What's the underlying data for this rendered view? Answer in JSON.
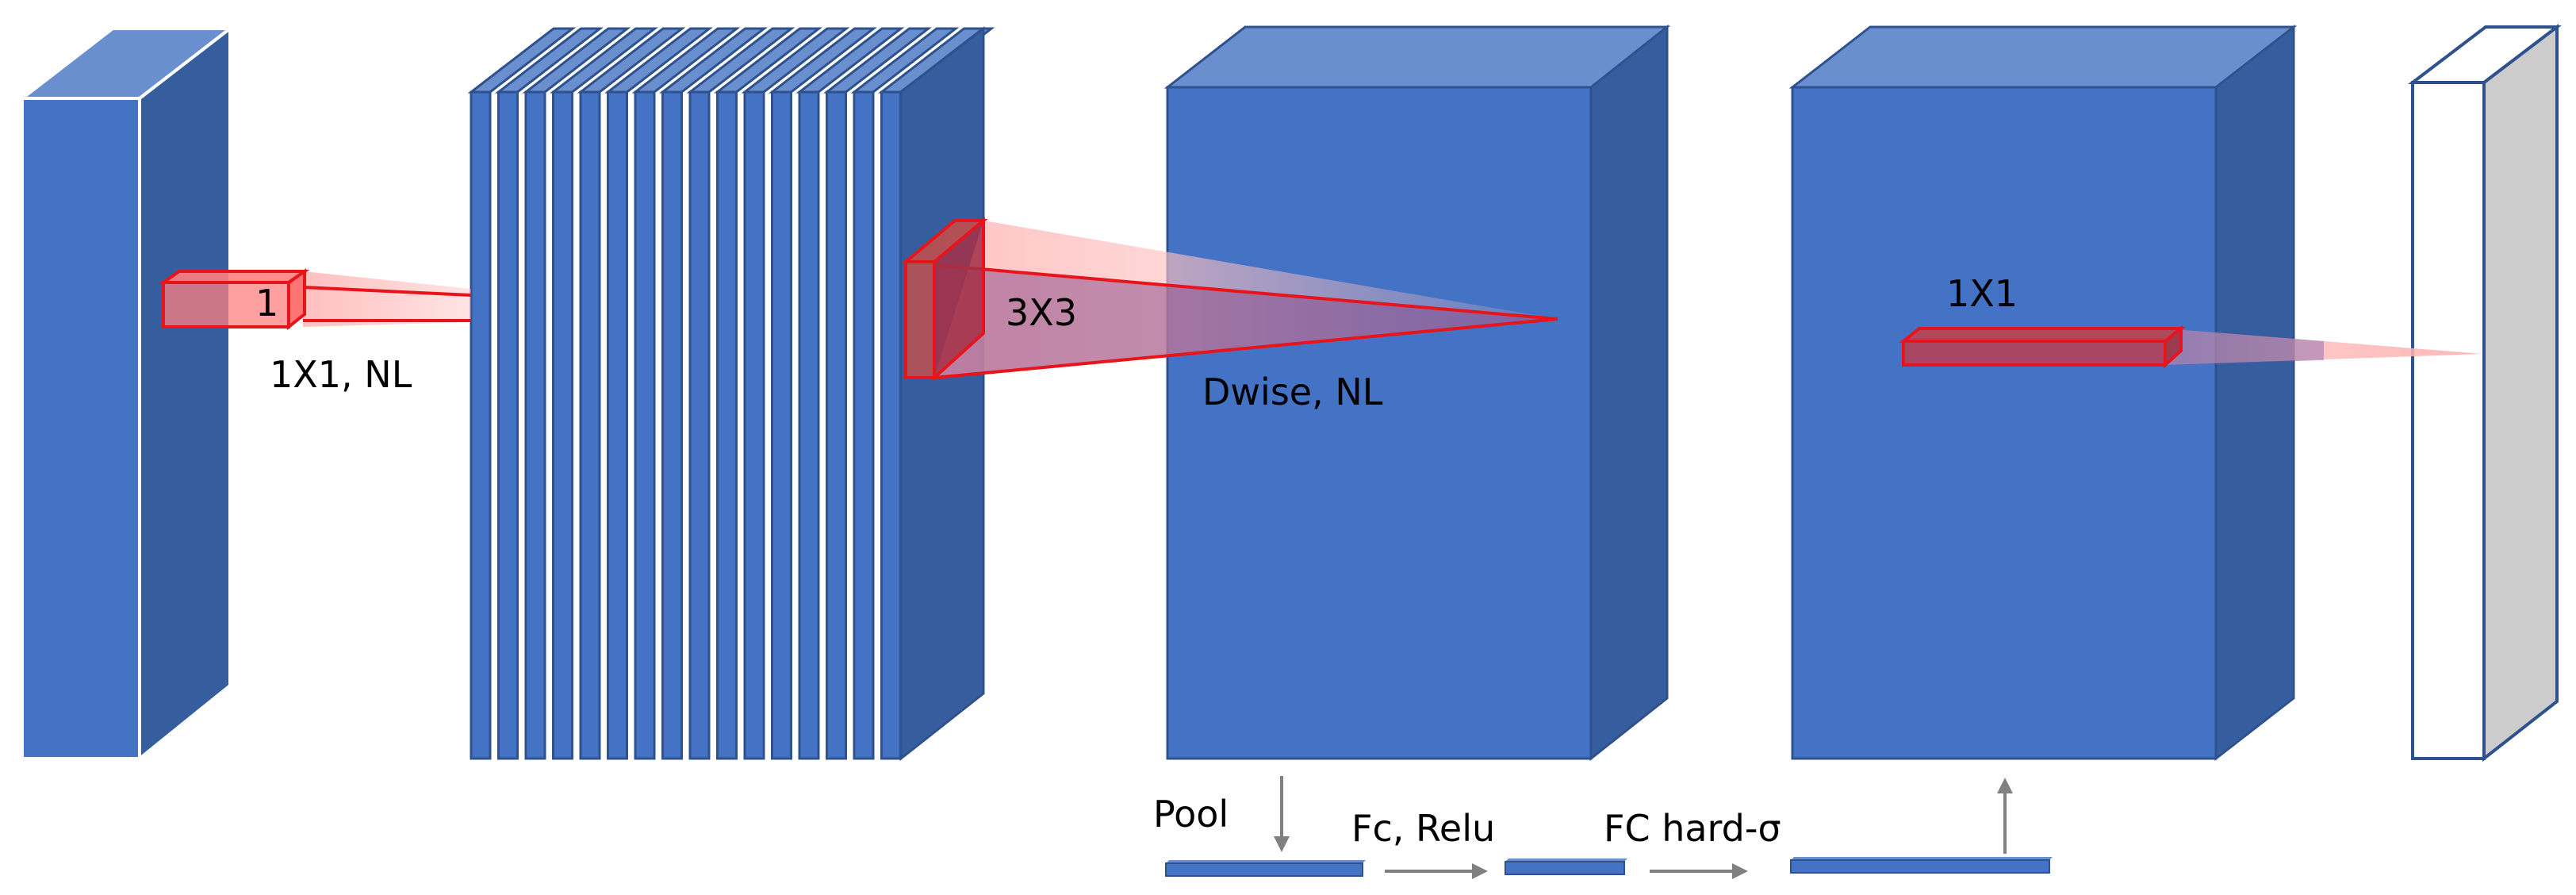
{
  "labels": {
    "kernel_one": "1",
    "expansion": "1X1, NL",
    "depthwise_kernel": "3X3",
    "depthwise": "Dwise, NL",
    "projection": "1X1",
    "pool": "Pool",
    "fc_relu": "Fc, Relu",
    "fc_hard_sigma": "FC hard-σ"
  },
  "colors": {
    "block_front": "#4472C4",
    "block_top": "#6A8FCF",
    "block_side": "#365E9E",
    "block_outline": "#2F528F",
    "kernel_red": "#E8141C",
    "kernel_fill": "#FF8080",
    "cone_pink": "#FFB3B3",
    "output_side": "#CCCCCC",
    "arrow_gray": "#808080"
  }
}
